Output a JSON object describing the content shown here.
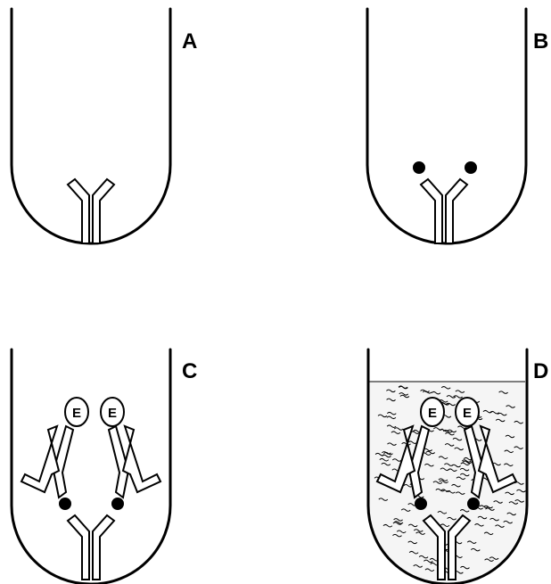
{
  "figure": {
    "panels": [
      {
        "id": "A",
        "label": "A"
      },
      {
        "id": "B",
        "label": "B"
      },
      {
        "id": "C",
        "label": "C",
        "enzyme_label": "E"
      },
      {
        "id": "D",
        "label": "D",
        "enzyme_label": "E"
      }
    ]
  }
}
